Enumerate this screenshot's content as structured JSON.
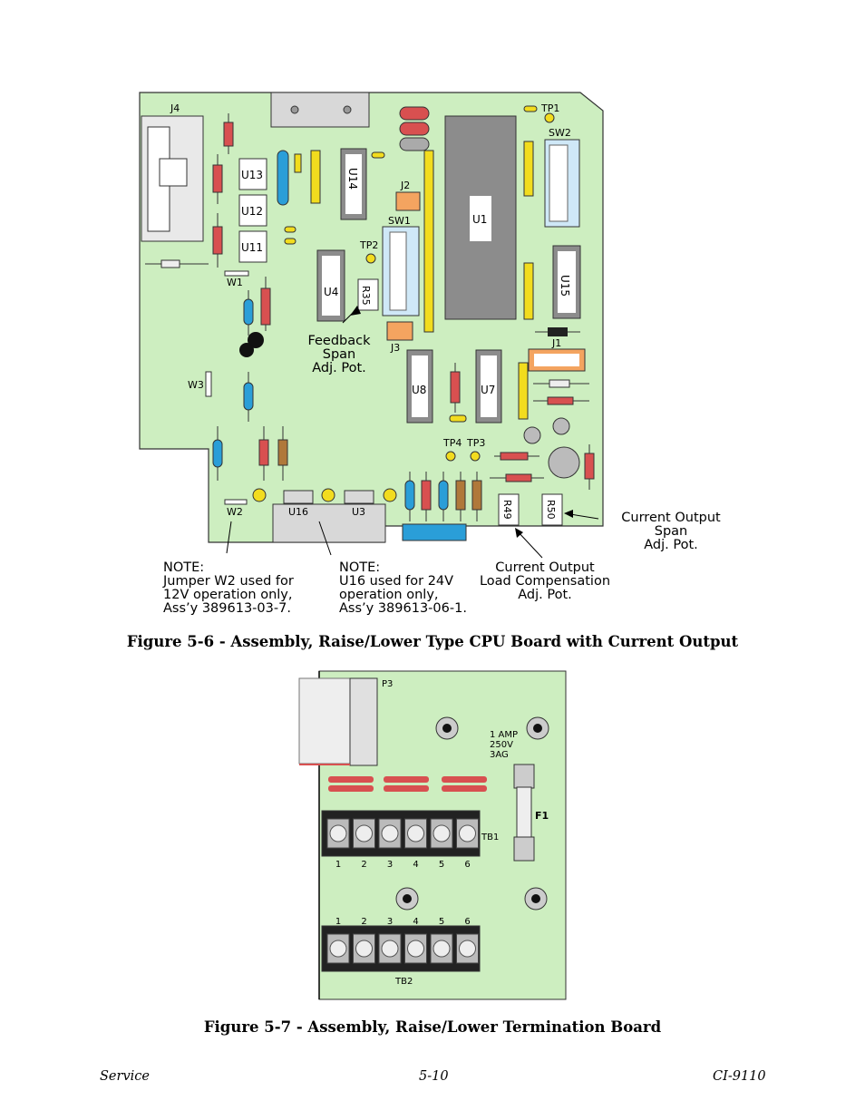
{
  "figure1": {
    "caption": "Figure 5-6 - Assembly, Raise/Lower Type CPU Board with Current Output",
    "component_labels": {
      "j4": "J4",
      "u13": "U13",
      "u12": "U12",
      "u11": "U11",
      "w1": "W1",
      "w2": "W2",
      "w3": "W3",
      "u14": "U14",
      "u4": "U4",
      "r35": "R35",
      "j2": "J2",
      "j3": "J3",
      "sw1": "SW1",
      "sw2": "SW2",
      "tp1": "TP1",
      "tp2": "TP2",
      "tp3": "TP3",
      "tp4": "TP4",
      "u1": "U1",
      "u15": "U15",
      "j1": "J1",
      "u8": "U8",
      "u7": "U7",
      "u16": "U16",
      "u3": "U3",
      "r49": "R49",
      "r50": "R50"
    },
    "callouts": {
      "feedback": [
        "Feedback",
        "Span",
        "Adj. Pot."
      ],
      "current_span": [
        "Current Output",
        "Span",
        "Adj. Pot."
      ],
      "current_load": [
        "Current Output",
        "Load Compensation",
        "Adj. Pot."
      ],
      "note_w2": [
        "NOTE:",
        "Jumper W2 used for",
        "12V operation only,",
        "Ass’y 389613-03-7."
      ],
      "note_u16": [
        "NOTE:",
        "U16 used for 24V",
        "operation only,",
        "Ass’y 389613-06-1."
      ]
    }
  },
  "figure2": {
    "caption": "Figure 5-7 - Assembly, Raise/Lower Termination Board",
    "labels": {
      "p3": "P3",
      "fuse_rating": [
        "1 AMP",
        "250V",
        "3AG"
      ],
      "f1": "F1",
      "tb1": "TB1",
      "tb2": "TB2"
    },
    "tb1_terminals": [
      "1",
      "2",
      "3",
      "4",
      "5",
      "6"
    ],
    "tb2_terminals": [
      "1",
      "2",
      "3",
      "4",
      "5",
      "6"
    ]
  },
  "footer": {
    "left": "Service",
    "center": "5-10",
    "right": "CI-9110"
  },
  "colors": {
    "board_green": "#cdeec0",
    "chip_gray": "#8c8c8c",
    "header_yellow": "#f2dc1e",
    "cap_blue": "#2a9ed8",
    "resistor_red": "#d85050"
  }
}
